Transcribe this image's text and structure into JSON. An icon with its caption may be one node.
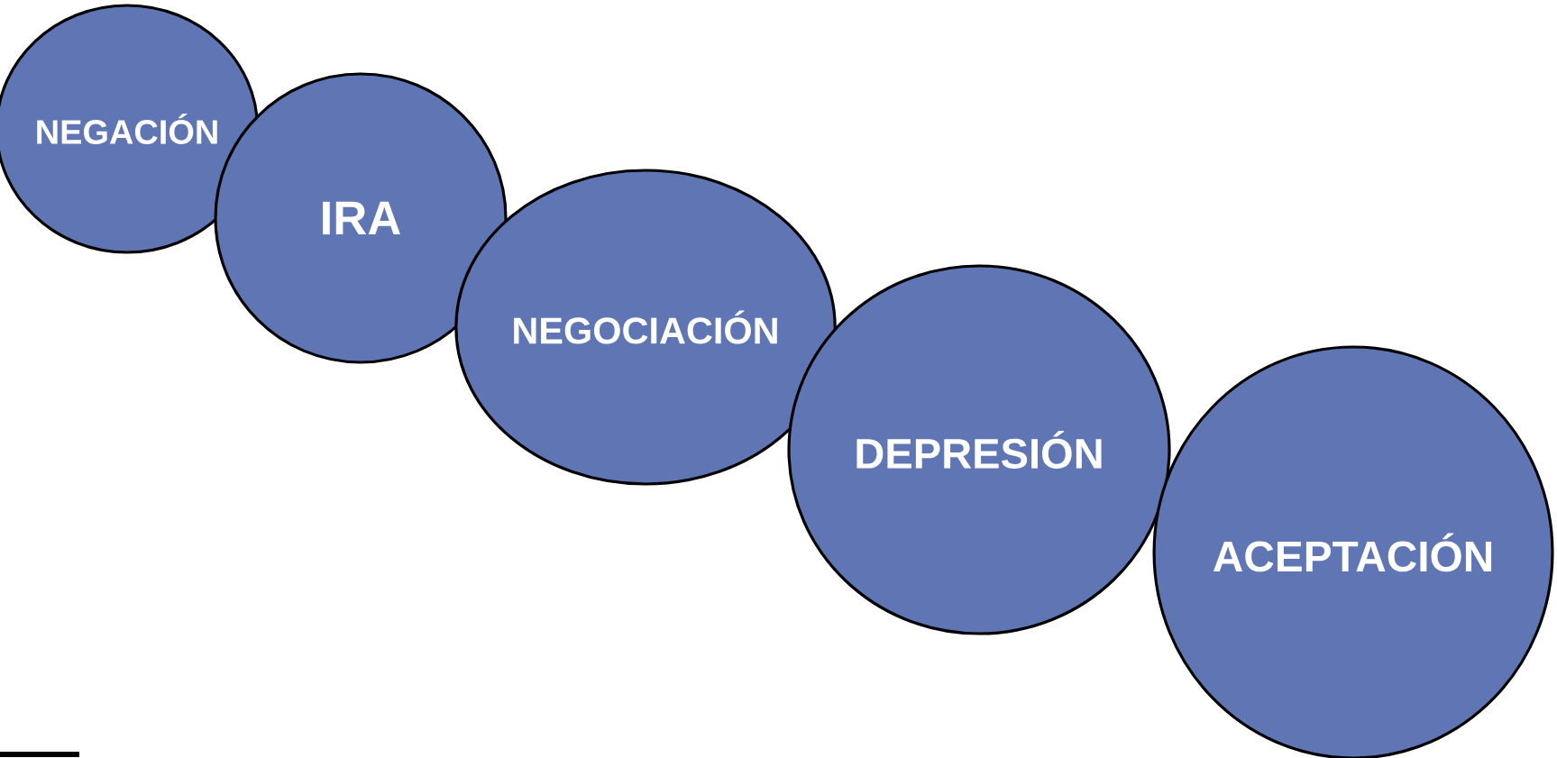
{
  "diagram": {
    "nodes": [
      {
        "text": [
          "NEGACIÓN"
        ]
      },
      {
        "text": [
          "IRA"
        ]
      },
      {
        "text": [
          "NEGOCIACIÓN"
        ]
      },
      {
        "text": [
          "DEPRESIÓN"
        ]
      },
      {
        "text": [
          "ACEPTACIÓN"
        ]
      }
    ]
  }
}
